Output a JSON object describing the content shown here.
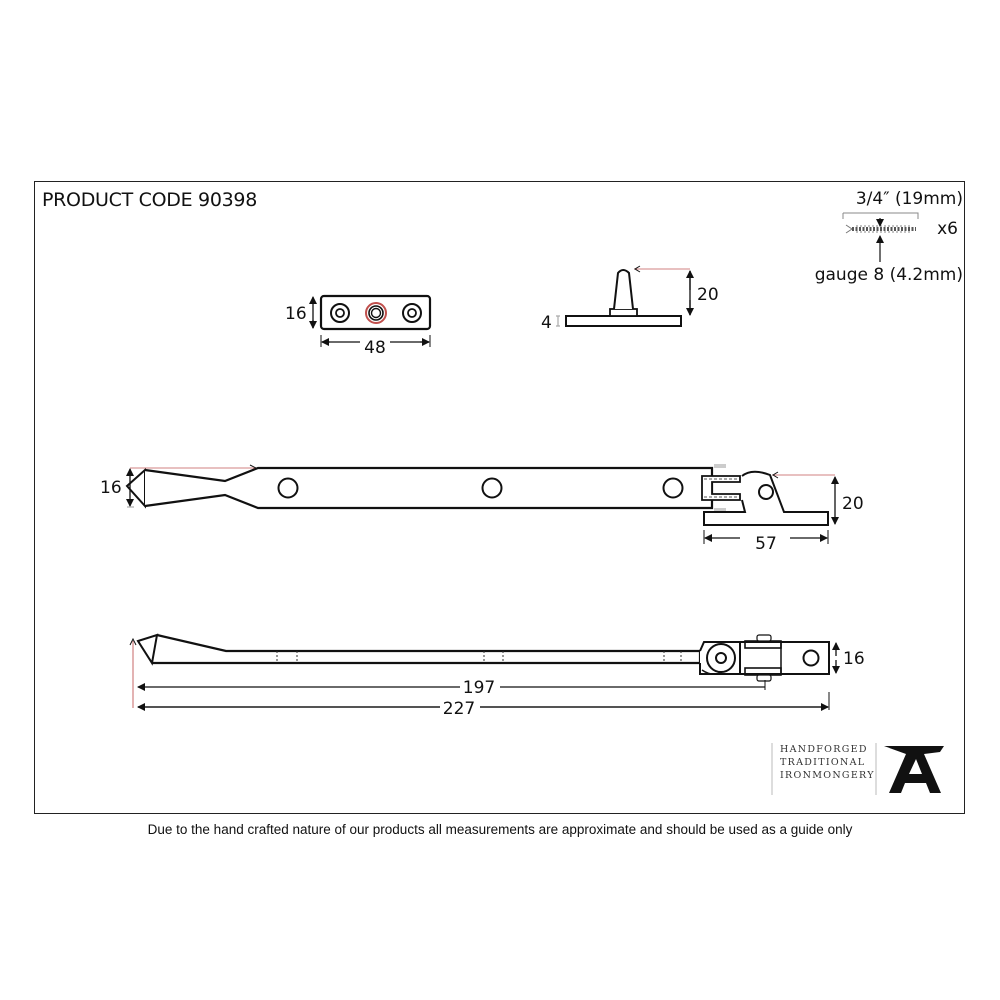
{
  "header": {
    "product_code_label": "PRODUCT CODE 90398"
  },
  "screw_spec": {
    "length": "3/4″ (19mm)",
    "quantity": "x6",
    "gauge": "gauge 8 (4.2mm)",
    "icon": "screw-icon"
  },
  "keep_plate": {
    "height_dim": "16",
    "width_dim": "48",
    "holes": 3,
    "highlight_color": "#c0504d"
  },
  "pin_stay": {
    "height_dim": "20",
    "base_dim": "4"
  },
  "stay_top_view": {
    "tip_dim": "16",
    "bracket_height_dim": "20",
    "bracket_width_dim": "57",
    "holes": 3
  },
  "stay_side_view": {
    "end_height_dim": "16",
    "length_dim_1": "197",
    "length_dim_2": "227"
  },
  "logo": {
    "lines": [
      "HANDFORGED",
      "TRADITIONAL",
      "IRONMONGERY"
    ],
    "icon": "anvil-icon"
  },
  "footer": {
    "disclaimer": "Due to the hand crafted nature of our products all measurements are approximate and should be used as a guide only"
  },
  "colors": {
    "line": "#111111",
    "leader_red": "#d08080",
    "frame": "#222222"
  }
}
